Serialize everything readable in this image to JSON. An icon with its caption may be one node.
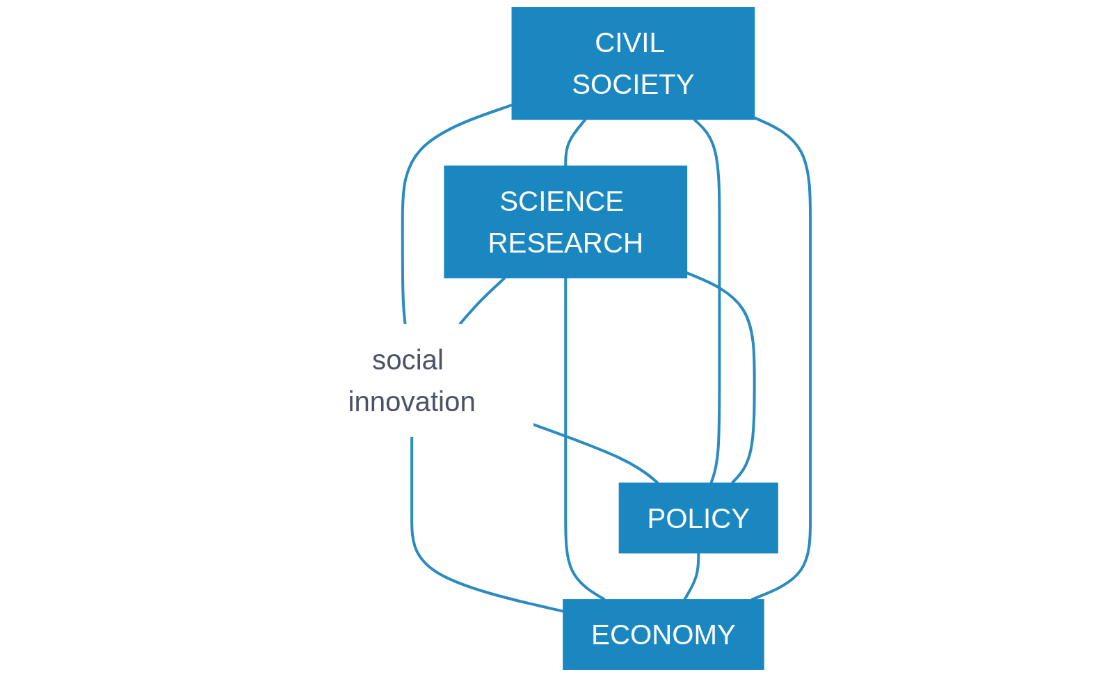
{
  "diagram": {
    "nodes": [
      {
        "text": [
          "CIVIL SOCIETY"
        ]
      },
      {
        "text": [
          "SCIENCE RESEARCH"
        ]
      },
      {
        "text": [
          "social innovation"
        ]
      },
      {
        "text": [
          "POLICY"
        ]
      },
      {
        "text": [
          "ECONOMY"
        ]
      }
    ],
    "edges": [
      {
        "from": 0,
        "to": 2,
        "arrow": "none"
      },
      {
        "from": 1,
        "to": 2,
        "arrow": "none"
      },
      {
        "from": 2,
        "to": 3,
        "arrow": "none"
      },
      {
        "from": 2,
        "to": 4,
        "arrow": "none"
      },
      {
        "from": 0,
        "to": 1,
        "arrow": "none"
      },
      {
        "from": 0,
        "to": 3,
        "arrow": "none"
      },
      {
        "from": 1,
        "to": 4,
        "arrow": "none"
      },
      {
        "from": 3,
        "to": 4,
        "arrow": "none"
      },
      {
        "from": 0,
        "to": 4,
        "arrow": "none"
      },
      {
        "from": 1,
        "to": 3,
        "arrow": "none"
      }
    ]
  }
}
